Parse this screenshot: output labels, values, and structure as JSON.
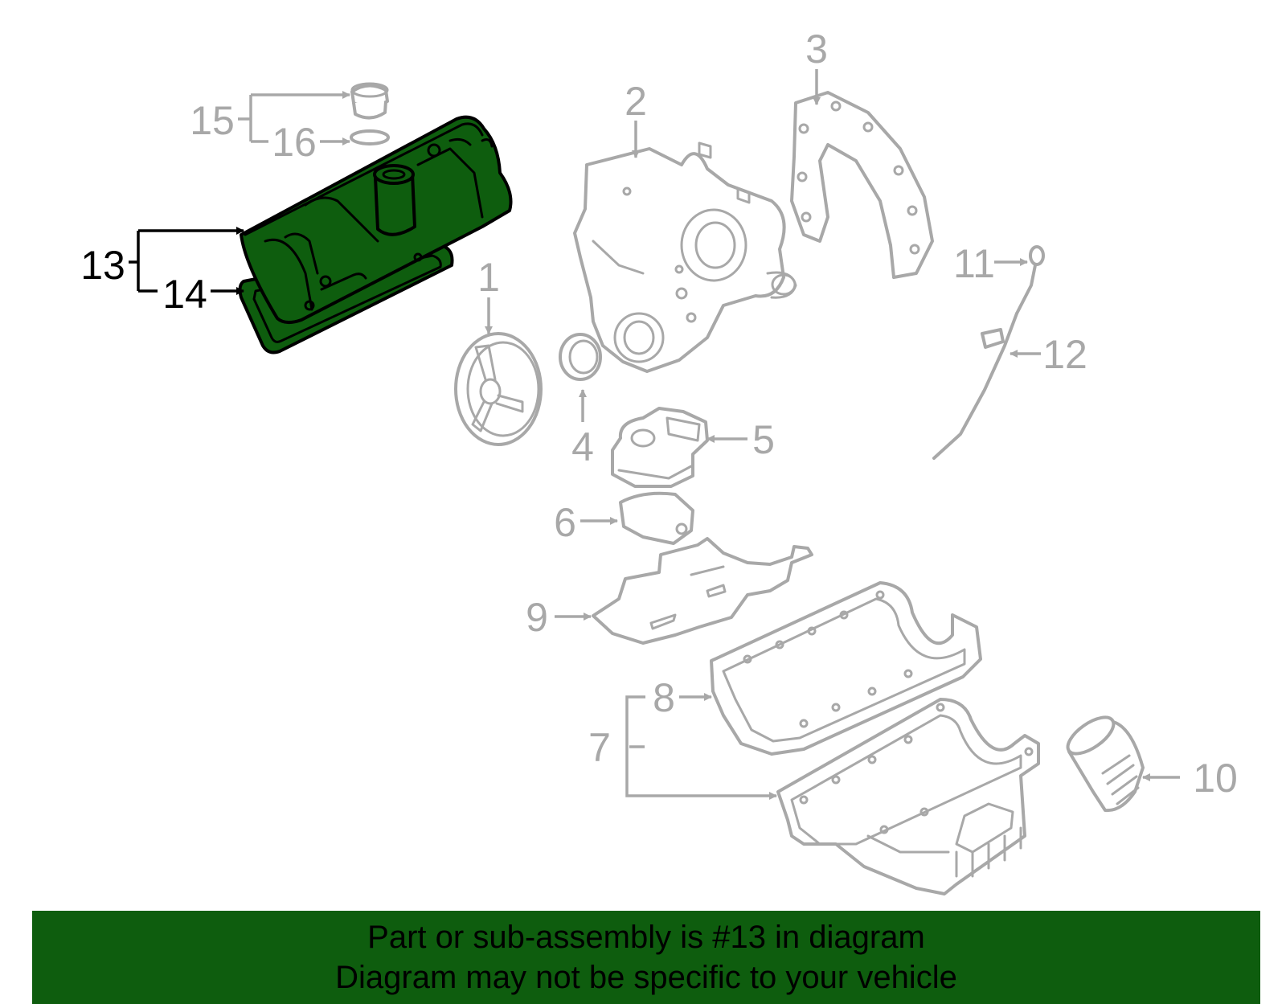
{
  "callouts": {
    "c1": "1",
    "c2": "2",
    "c3": "3",
    "c4": "4",
    "c5": "5",
    "c6": "6",
    "c7": "7",
    "c8": "8",
    "c9": "9",
    "c10": "10",
    "c11": "11",
    "c12": "12",
    "c13": "13",
    "c14": "14",
    "c15": "15",
    "c16": "16"
  },
  "highlight_color": "#0e5d0e",
  "part_color": "#a8a8a8",
  "banner": {
    "line1": "Part or sub-assembly is #13 in diagram",
    "line2": "Diagram may not be specific to your vehicle"
  }
}
